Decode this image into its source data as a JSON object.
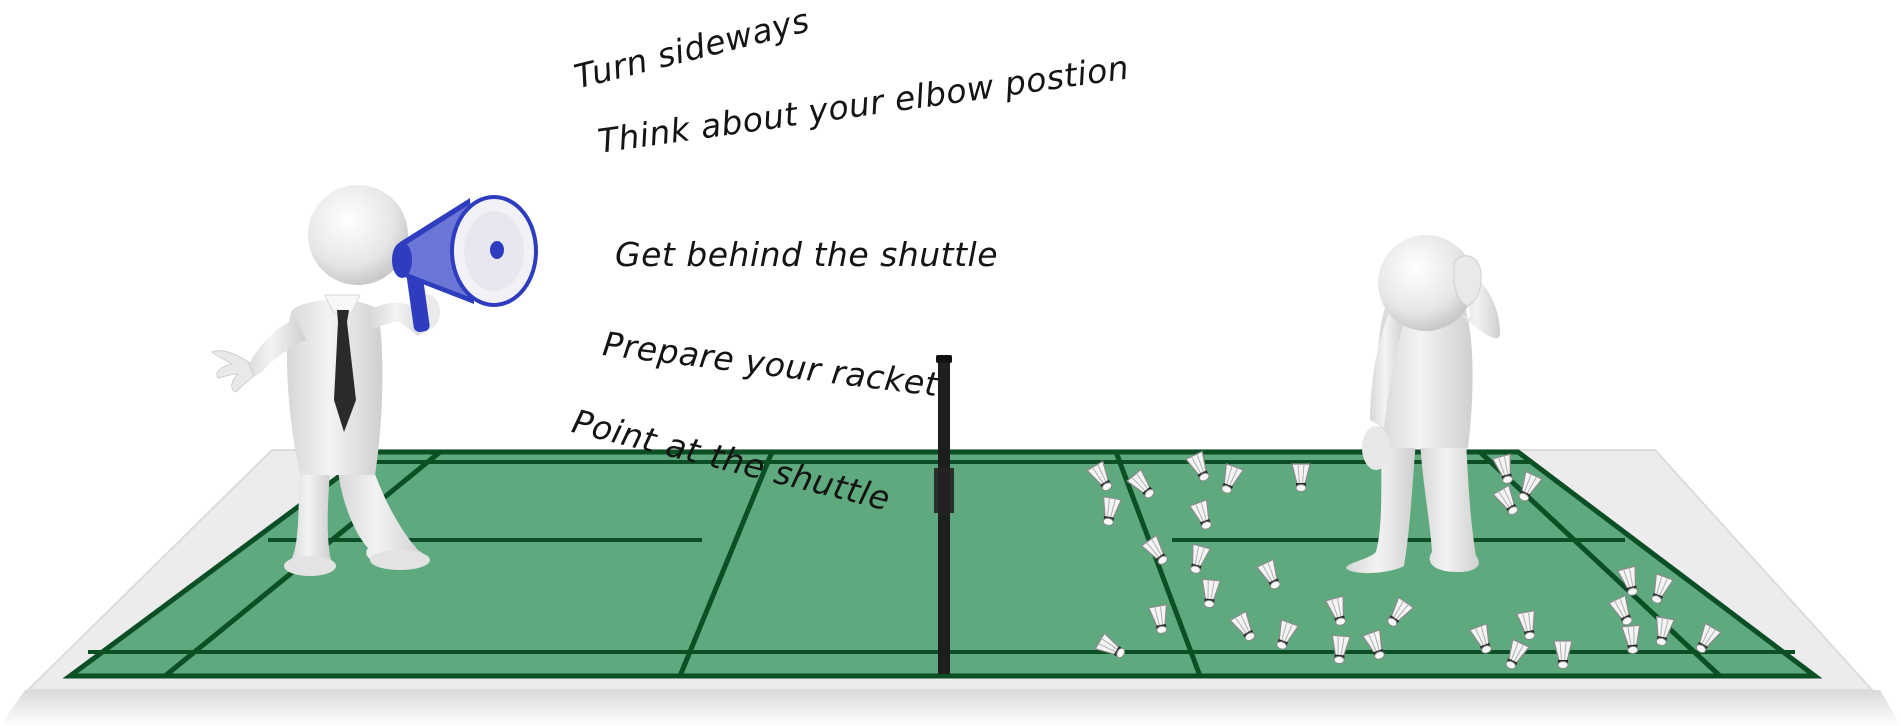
{
  "instructions": [
    "Turn sideways",
    "Think about your elbow postion",
    "Get behind the shuttle",
    "Prepare your racket",
    "Point at the shuttle"
  ],
  "colors": {
    "court_green": "#5fa97f",
    "court_lines": "#0c4f25",
    "court_surround": "#ececec",
    "megaphone_blue": "#2e3cc0",
    "figure_white": "#ededed",
    "net": "#1e1e1e"
  },
  "icons": {
    "coach": "coach-with-megaphone-figure",
    "player": "confused-player-figure",
    "megaphone": "megaphone-icon",
    "shuttlecock": "shuttlecock-icon",
    "net": "badminton-net"
  }
}
